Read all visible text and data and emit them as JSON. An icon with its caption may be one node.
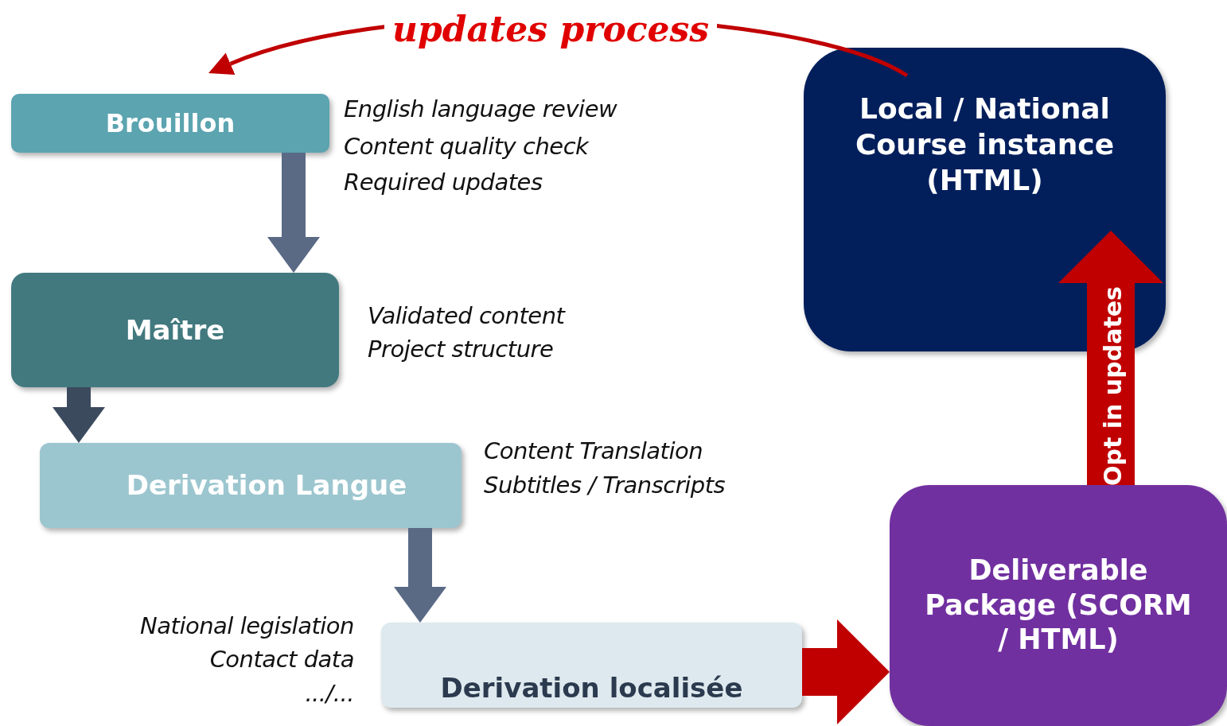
{
  "diagram": {
    "nodes": [
      {
        "text": [
          "Brouillon"
        ]
      },
      {
        "text": [
          "Maître"
        ]
      },
      {
        "text": [
          "Derivation Langue"
        ]
      },
      {
        "text": [
          "Derivation localisée"
        ]
      },
      {
        "text": [
          "Local / National Course instance (HTML)"
        ]
      },
      {
        "text": [
          "Deliverable Package (SCORM / HTML)"
        ]
      }
    ],
    "edges": [
      {
        "from": 0,
        "to": 1,
        "arrow": "to",
        "color": "#5a6a85"
      },
      {
        "from": 1,
        "to": 2,
        "arrow": "to",
        "color": "#3c4a5e"
      },
      {
        "from": 2,
        "to": 3,
        "arrow": "to",
        "color": "#5a6a85"
      },
      {
        "from": 3,
        "to": 5,
        "arrow": "to",
        "style": "thick",
        "color": "#c00000"
      },
      {
        "from": 5,
        "to": 4,
        "arrow": "to",
        "style": "thick",
        "color": "#c00000",
        "label": "Opt in updates"
      },
      {
        "from": 4,
        "to": 0,
        "arrow": "to",
        "color": "#c00000",
        "label": "updates process"
      }
    ],
    "labels": [
      "English language review",
      "Content quality check",
      "Required updates",
      "Validated content",
      "Project structure",
      "Content Translation",
      "Subtitles / Transcripts",
      "National legislation",
      "Contact data",
      ".../..."
    ]
  }
}
